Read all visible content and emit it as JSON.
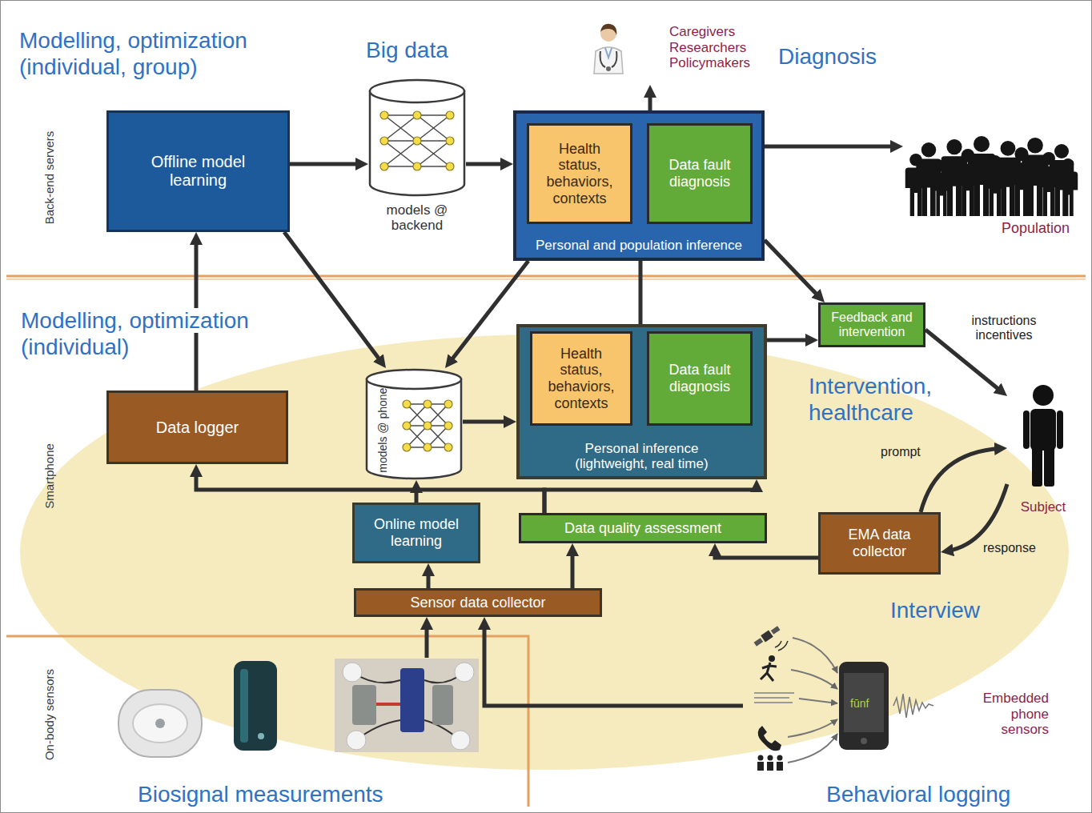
{
  "diagram": {
    "nodes": [
      {
        "text": [
          "Offline model learning"
        ]
      },
      {
        "text": [
          "models @ backend"
        ]
      },
      {
        "text": [
          "Caregivers Researchers Policymakers"
        ]
      },
      {
        "text": [
          "Personal and population inference"
        ]
      },
      {
        "text": [
          "Health status, behaviors, contexts"
        ],
        "in": 3
      },
      {
        "text": [
          "Data fault diagnosis"
        ],
        "in": 3
      },
      {
        "text": [
          "Population"
        ]
      },
      {
        "text": [
          "Feedback and intervention"
        ]
      },
      {
        "text": [
          "Data logger"
        ]
      },
      {
        "text": [
          "models @ phone"
        ]
      },
      {
        "text": [
          "Personal inference (lightweight, real time)"
        ]
      },
      {
        "text": [
          "Health status, behaviors, contexts"
        ],
        "in": 10
      },
      {
        "text": [
          "Data fault diagnosis"
        ],
        "in": 10
      },
      {
        "text": [
          "Subject"
        ]
      },
      {
        "text": [
          "Online model learning"
        ]
      },
      {
        "text": [
          "Data quality assessment"
        ]
      },
      {
        "text": [
          "EMA data collector"
        ]
      },
      {
        "text": [
          "Sensor data collector"
        ]
      },
      {
        "text": [
          "Embedded phone sensors"
        ]
      }
    ],
    "edges": [
      {
        "from": 8,
        "to": 0,
        "arrow": "to"
      },
      {
        "from": 0,
        "to": 1,
        "arrow": "to"
      },
      {
        "from": 1,
        "to": 3,
        "arrow": "to"
      },
      {
        "from": 0,
        "to": 9,
        "arrow": "to"
      },
      {
        "from": 3,
        "to": 9,
        "arrow": "to"
      },
      {
        "from": 3,
        "to": 2,
        "arrow": "to"
      },
      {
        "from": 3,
        "to": 6,
        "arrow": "to"
      },
      {
        "from": 3,
        "to": 10,
        "arrow": "none"
      },
      {
        "from": 3,
        "to": 7,
        "arrow": "to"
      },
      {
        "from": 10,
        "to": 7,
        "arrow": "to"
      },
      {
        "from": 7,
        "to": 13,
        "label": "instructions incentives",
        "arrow": "to"
      },
      {
        "from": 9,
        "to": 10,
        "arrow": "to"
      },
      {
        "from": 16,
        "to": 13,
        "label": "prompt",
        "arrow": "to"
      },
      {
        "from": 13,
        "to": 16,
        "label": "response",
        "arrow": "to"
      },
      {
        "from": 14,
        "to": 9,
        "arrow": "to"
      },
      {
        "from": 15,
        "to": 8,
        "arrow": "to"
      },
      {
        "from": 15,
        "to": 10,
        "arrow": "to"
      },
      {
        "from": 17,
        "to": 14,
        "arrow": "to"
      },
      {
        "from": 17,
        "to": 15,
        "arrow": "to"
      },
      {
        "from": 16,
        "to": 15,
        "arrow": "to"
      },
      {
        "from": 18,
        "to": 17,
        "arrow": "to"
      }
    ],
    "labels": [
      "Modelling, optimization (individual, group)",
      "Big data",
      "Diagnosis",
      "Back-end servers",
      "Modelling, optimization (individual)",
      "Intervention, healthcare",
      "Smartphone",
      "Interview",
      "On-body sensors",
      "fūnf",
      "Biosignal measurements",
      "Behavioral logging"
    ]
  }
}
